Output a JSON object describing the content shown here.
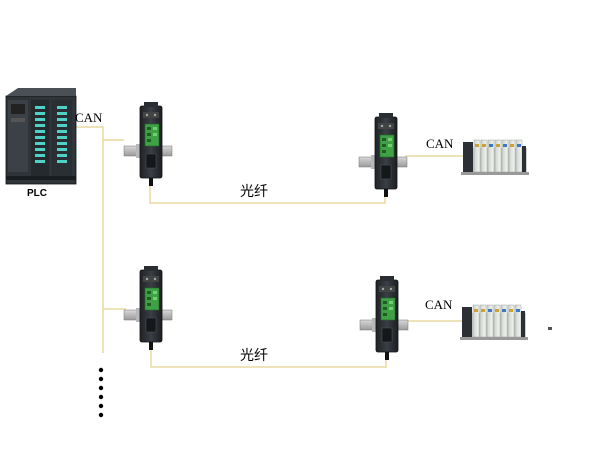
{
  "labels": {
    "plc": "PLC",
    "can_plc": "CAN",
    "fiber_top": "光纤",
    "can_remote_top": "CAN",
    "fiber_bottom": "光纤",
    "can_remote_bottom": "CAN"
  },
  "colors": {
    "line": "#e8d9a0",
    "device_dark": "#2a2e33",
    "terminal_green": "#3fa046",
    "plc_led": "#4fd1c5",
    "dots": "#000000"
  },
  "icons": {
    "plc": "plc-rack-icon",
    "converter": "fiber-converter-icon",
    "io_module": "io-module-rack-icon"
  }
}
